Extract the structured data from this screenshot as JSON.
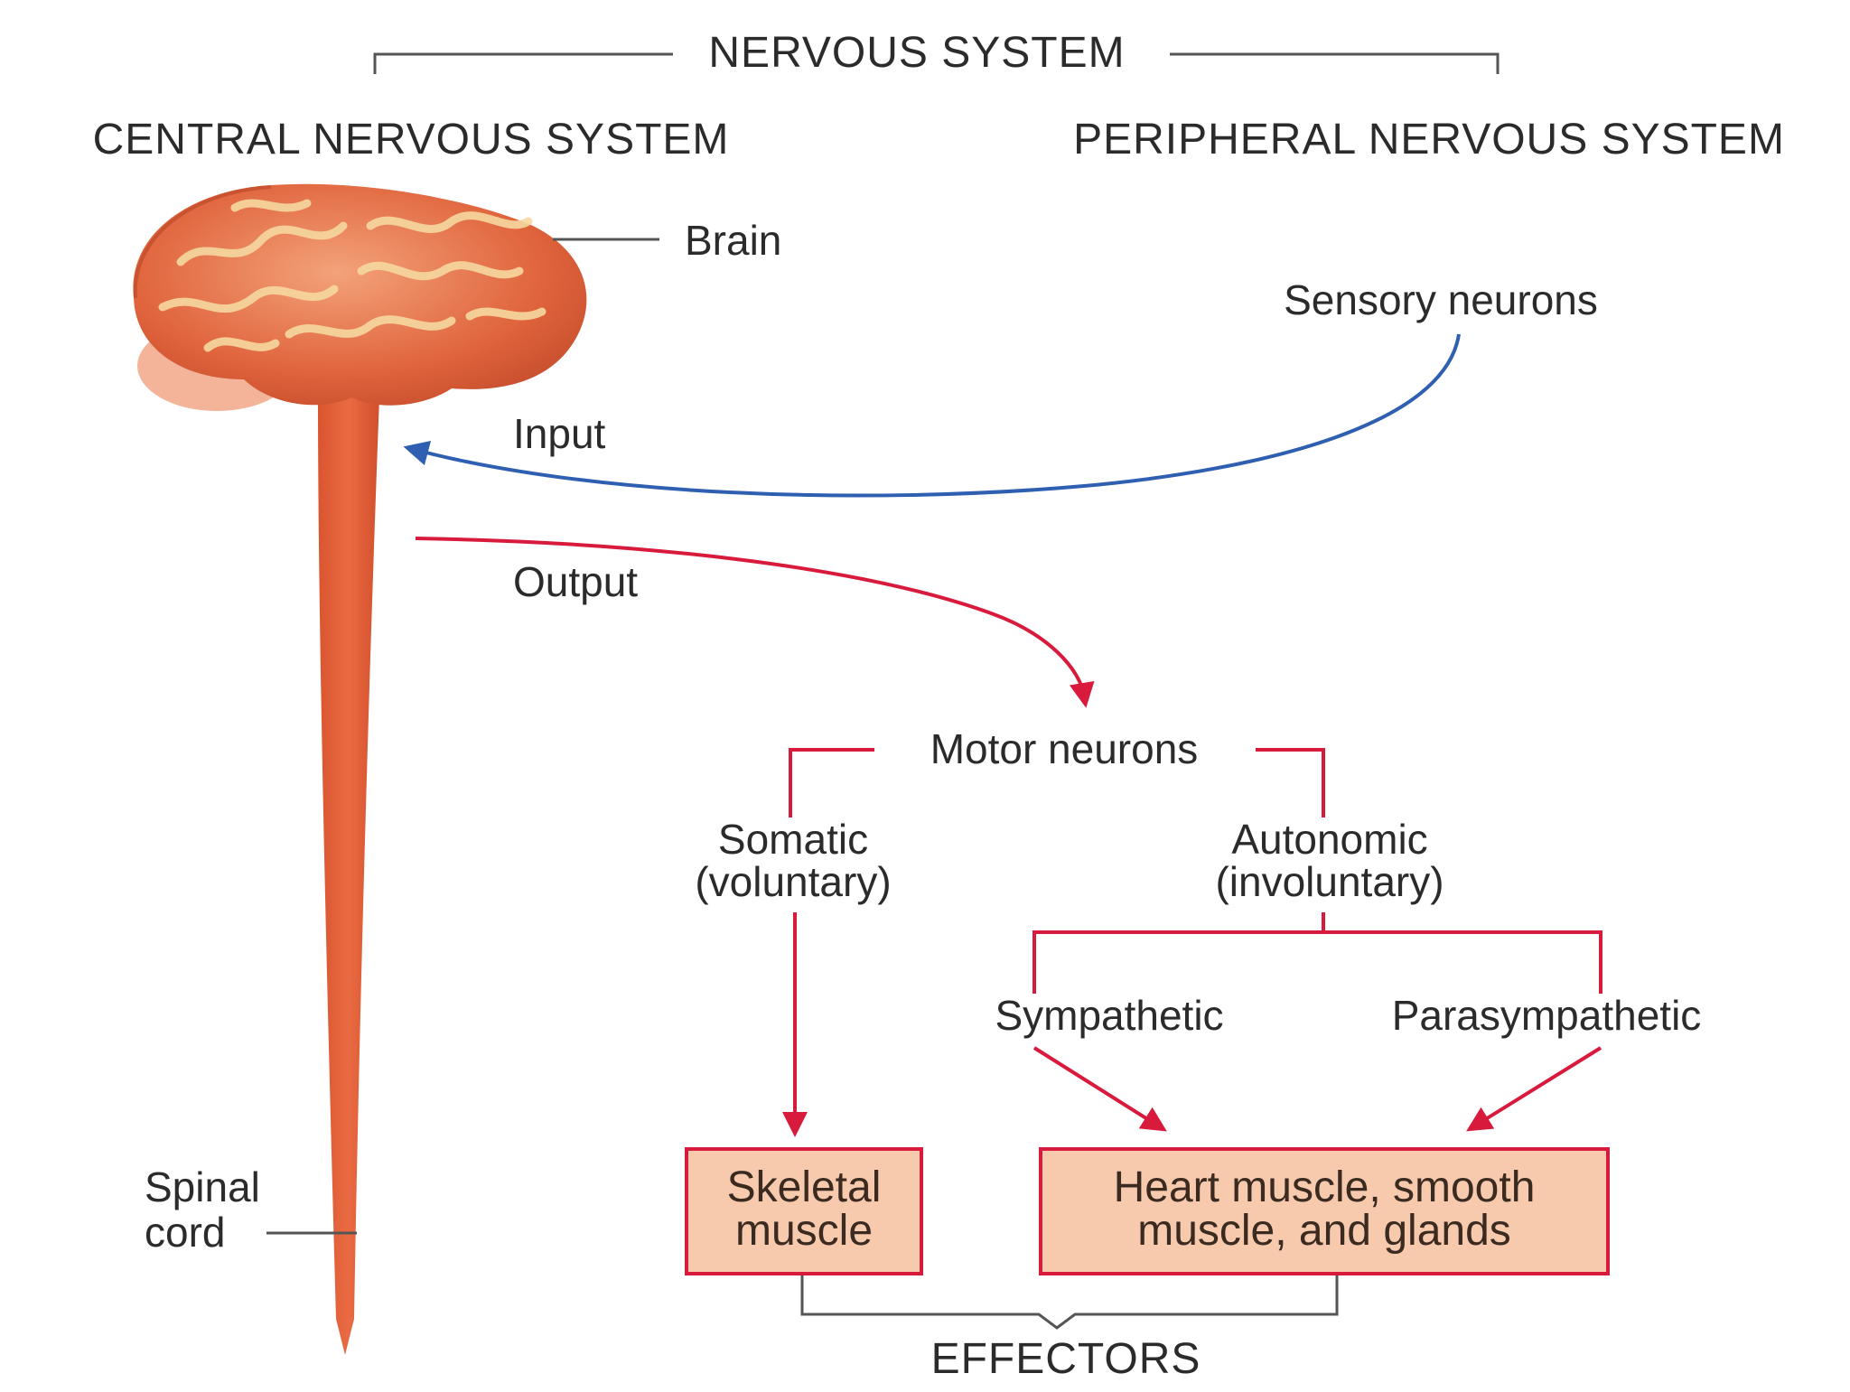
{
  "labels": {
    "nervous_system": "NERVOUS SYSTEM",
    "central": "CENTRAL NERVOUS SYSTEM",
    "peripheral": "PERIPHERAL NERVOUS SYSTEM",
    "brain": "Brain",
    "sensory_neurons": "Sensory neurons",
    "input": "Input",
    "output": "Output",
    "motor_neurons": "Motor neurons",
    "somatic_line1": "Somatic",
    "somatic_line2": "(voluntary)",
    "autonomic_line1": "Autonomic",
    "autonomic_line2": "(involuntary)",
    "sympathetic": "Sympathetic",
    "parasympathetic": "Parasympathetic",
    "skeletal_line1": "Skeletal",
    "skeletal_line2": "muscle",
    "heart_line1": "Heart muscle, smooth",
    "heart_line2": "muscle, and glands",
    "effectors": "EFFECTORS",
    "spinal_line1": "Spinal",
    "spinal_line2": "cord"
  },
  "colors": {
    "text": "#2b2b2b",
    "bracket": "#555555",
    "input_arrow": "#2f5fb0",
    "output_arrow": "#d81b3c",
    "box_fill": "#f7c9ad",
    "box_border": "#d81b3c",
    "spinal_cord": "#e2603a",
    "brain": "#e8704a"
  },
  "icons": {
    "brain": "brain-illustration",
    "spinal_cord": "spinal-cord-illustration"
  }
}
